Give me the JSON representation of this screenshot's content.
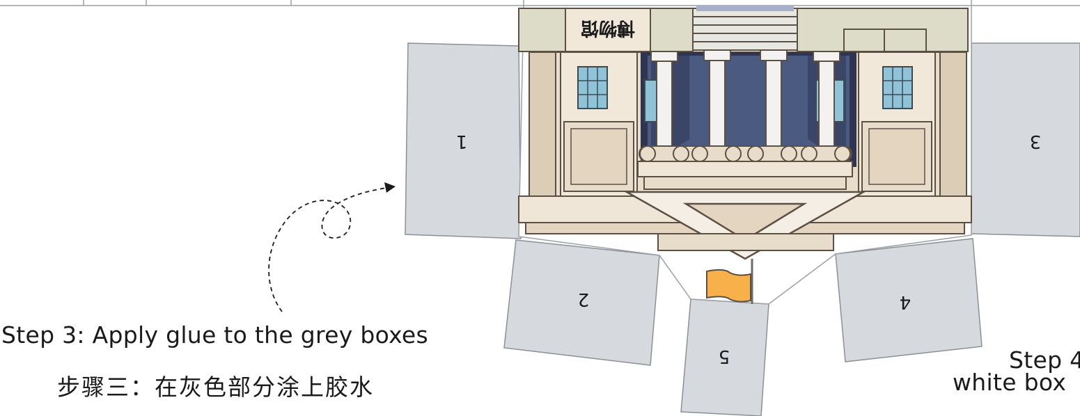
{
  "building": {
    "sign_text": "博物馆"
  },
  "tabs": [
    {
      "label": "1"
    },
    {
      "label": "2"
    },
    {
      "label": "3"
    },
    {
      "label": "4"
    },
    {
      "label": "5"
    }
  ],
  "instructions": {
    "step3_en": "Step 3: Apply glue to the grey boxes",
    "step3_zh": "步骤三：在灰色部分涂上胶水",
    "step4_en_partial": "Step 4",
    "step4_en_line2_partial": "white box"
  },
  "colors": {
    "tab_fill": "#d6dade",
    "tab_stroke": "#8a9096",
    "building_light": "#f1e8da",
    "building_mid": "#e3d5c0",
    "curtain": "#4b5a80",
    "window_glass": "#8fc4d8",
    "flag": "#f7b04a",
    "roof_green": "#dcdcc8"
  }
}
